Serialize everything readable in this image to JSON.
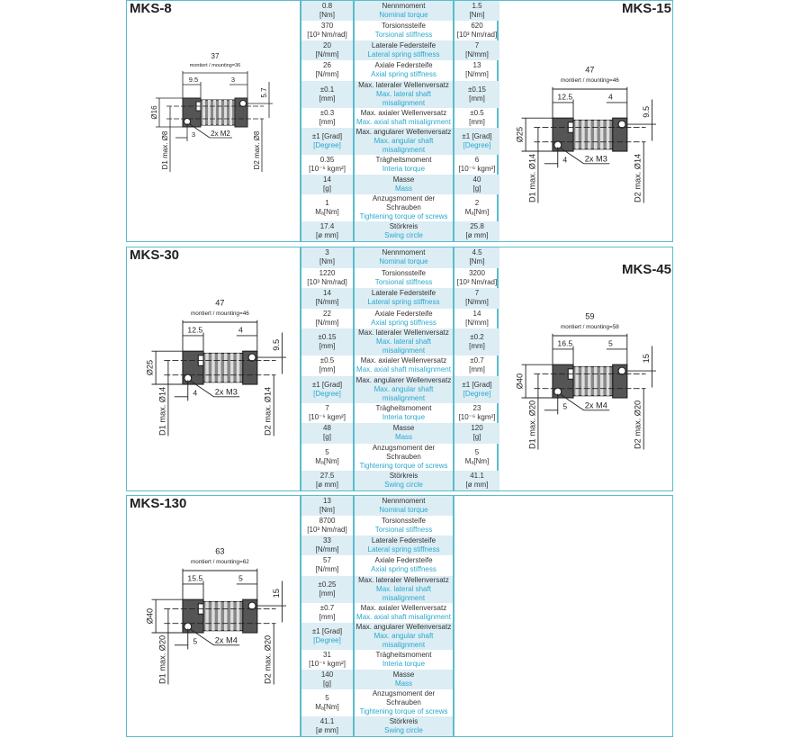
{
  "labels": [
    {
      "de": "Nennmoment",
      "en": "Nominal torque"
    },
    {
      "de": "Torsionssteife",
      "en": "Torsional stiffness"
    },
    {
      "de": "Laterale Federsteife",
      "en": "Lateral spring stiffness"
    },
    {
      "de": "Axiale Federsteife",
      "en": "Axial spring stiffness"
    },
    {
      "de": "Max. lateraler Wellenversatz",
      "en": "Max. lateral shaft misalignment"
    },
    {
      "de": "Max. axialer Wellenversatz",
      "en": "Max. axial shaft misalignment"
    },
    {
      "de": "Max. angularer Wellenversatz",
      "en": "Max. angular shaft misalignment"
    },
    {
      "de": "Trägheitsmoment",
      "en": "Interia torque"
    },
    {
      "de": "Masse",
      "en": "Mass"
    },
    {
      "de": "Anzugsmoment der Schrauben",
      "en": "Tightening torque of screws"
    },
    {
      "de": "Störkreis",
      "en": "Swing circle"
    }
  ],
  "mounting_label": "montiert / mounting=",
  "products": [
    {
      "name": "MKS-8",
      "values": [
        [
          "0.8",
          "[Nm]"
        ],
        [
          "370",
          "[10³ Nm/rad]"
        ],
        [
          "20",
          "[N/mm]"
        ],
        [
          "26",
          "[N/mm]"
        ],
        [
          "±0.1",
          "[mm]"
        ],
        [
          "±0.3",
          "[mm]"
        ],
        [
          "±1 [Grad]",
          "[Degree]"
        ],
        [
          "0.35",
          "[10⁻⁶ kgm²]"
        ],
        [
          "14",
          "[g]"
        ],
        [
          "1",
          "Mₐ[Nm]"
        ],
        [
          "17.4",
          "[ø mm]"
        ]
      ],
      "drawing": {
        "overall": "37",
        "mounting": "montiert / mounting=36",
        "hub": "9.5",
        "gap": "3",
        "offset": "5.7",
        "dia": "Ø16",
        "d1": "D1 max. Ø8",
        "d2": "D2 max. Ø8",
        "screw_pos": "3",
        "screws": "2x M2"
      }
    },
    {
      "name": "MKS-15",
      "values": [
        [
          "1.5",
          "[Nm]"
        ],
        [
          "620",
          "[10³ Nm/rad]"
        ],
        [
          "7",
          "[N/mm]"
        ],
        [
          "13",
          "[N/mm]"
        ],
        [
          "±0.15",
          "[mm]"
        ],
        [
          "±0.5",
          "[mm]"
        ],
        [
          "±1 [Grad]",
          "[Degree]"
        ],
        [
          "6",
          "[10⁻⁶ kgm²]"
        ],
        [
          "40",
          "[g]"
        ],
        [
          "2",
          "Mₐ[Nm]"
        ],
        [
          "25.8",
          "[ø mm]"
        ]
      ],
      "drawing": {
        "overall": "47",
        "mounting": "montiert / mounting=46",
        "hub": "12.5",
        "gap": "4",
        "offset": "9.5",
        "dia": "Ø25",
        "d1": "D1 max. Ø14",
        "d2": "D2 max. Ø14",
        "screw_pos": "4",
        "screws": "2x M3"
      }
    },
    {
      "name": "MKS-30",
      "values": [
        [
          "3",
          "[Nm]"
        ],
        [
          "1220",
          "[10³ Nm/rad]"
        ],
        [
          "14",
          "[N/mm]"
        ],
        [
          "22",
          "[N/mm]"
        ],
        [
          "±0.15",
          "[mm]"
        ],
        [
          "±0.5",
          "[mm]"
        ],
        [
          "±1 [Grad]",
          "[Degree]"
        ],
        [
          "7",
          "[10⁻⁶ kgm²]"
        ],
        [
          "48",
          "[g]"
        ],
        [
          "5",
          "Mₐ[Nm]"
        ],
        [
          "27.5",
          "[ø mm]"
        ]
      ],
      "drawing": {
        "overall": "47",
        "mounting": "montiert / mounting=46",
        "hub": "12.5",
        "gap": "4",
        "offset": "9.5",
        "dia": "Ø25",
        "d1": "D1 max. Ø14",
        "d2": "D2 max. Ø14",
        "screw_pos": "4",
        "screws": "2x M3"
      }
    },
    {
      "name": "MKS-45",
      "values": [
        [
          "4.5",
          "[Nm]"
        ],
        [
          "3200",
          "[10³ Nm/rad]"
        ],
        [
          "7",
          "[N/mm]"
        ],
        [
          "14",
          "[N/mm]"
        ],
        [
          "±0.2",
          "[mm]"
        ],
        [
          "±0.7",
          "[mm]"
        ],
        [
          "±1 [Grad]",
          "[Degree]"
        ],
        [
          "23",
          "[10⁻⁶ kgm²]"
        ],
        [
          "120",
          "[g]"
        ],
        [
          "5",
          "Mₐ[Nm]"
        ],
        [
          "41.1",
          "[ø mm]"
        ]
      ],
      "drawing": {
        "overall": "59",
        "mounting": "montiert / mounting=58",
        "hub": "16.5",
        "gap": "5",
        "offset": "15",
        "dia": "Ø40",
        "d1": "D1 max. Ø20",
        "d2": "D2 max. Ø20",
        "screw_pos": "5",
        "screws": "2x M4"
      }
    },
    {
      "name": "MKS-130",
      "values": [
        [
          "13",
          "[Nm]"
        ],
        [
          "8700",
          "[10³ Nm/rad]"
        ],
        [
          "33",
          "[N/mm]"
        ],
        [
          "57",
          "[N/mm]"
        ],
        [
          "±0.25",
          "[mm]"
        ],
        [
          "±0.7",
          "[mm]"
        ],
        [
          "±1 [Grad]",
          "[Degree]"
        ],
        [
          "31",
          "[10⁻⁶ kgm²]"
        ],
        [
          "140",
          "[g]"
        ],
        [
          "5",
          "Mₐ[Nm]"
        ],
        [
          "41.1",
          "[ø mm]"
        ]
      ],
      "drawing": {
        "overall": "63",
        "mounting": "montiert / mounting=62",
        "hub": "15.5",
        "gap": "5",
        "offset": "15",
        "dia": "Ø40",
        "d1": "D1 max. Ø20",
        "d2": "D2 max. Ø20",
        "screw_pos": "5",
        "screws": "2x M4"
      }
    }
  ],
  "colors": {
    "border": "#5bbccc",
    "shade": "#dcedf4",
    "english": "#2aa8cf"
  }
}
